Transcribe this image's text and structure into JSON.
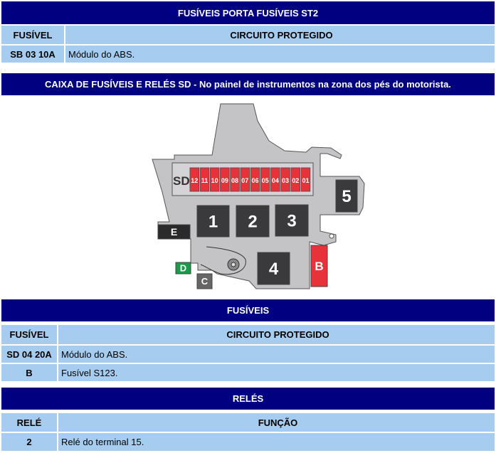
{
  "st2": {
    "title": "FUSÍVEIS PORTA FUSÍVEIS ST2",
    "col1": "FUSÍVEL",
    "col2": "CIRCUITO PROTEGIDO",
    "rows": [
      {
        "id": "SB 03 10A",
        "desc": "Módulo do ABS."
      }
    ]
  },
  "sd_title": "CAIXA DE FUSÍVEIS  E RELÉS SD - No painel de instrumentos na zona dos pés do motorista.",
  "diagram": {
    "label": "SD",
    "fuses": [
      "12",
      "11",
      "10",
      "09",
      "08",
      "07",
      "06",
      "05",
      "04",
      "03",
      "02",
      "01"
    ],
    "relays": [
      "1",
      "2",
      "3",
      "4",
      "5"
    ],
    "e": "E",
    "d": "D",
    "c": "C",
    "b": "B",
    "colors": {
      "fuse": "#e8323a",
      "relay": "#3a3a3c",
      "body": "#c4c4c6",
      "green": "#1a9a4a"
    }
  },
  "fusiveis": {
    "title": "FUSÍVEIS",
    "col1": "FUSÍVEL",
    "col2": "CIRCUITO PROTEGIDO",
    "rows": [
      {
        "id": "SD 04 20A",
        "desc": "Módulo do ABS."
      },
      {
        "id": "B",
        "desc": "Fusível S123."
      }
    ]
  },
  "reles": {
    "title": "RELÉS",
    "col1": "RELÉ",
    "col2": "FUNÇÃO",
    "rows": [
      {
        "id": "2",
        "desc": "Relé do terminal 15."
      }
    ]
  }
}
